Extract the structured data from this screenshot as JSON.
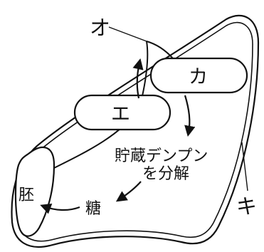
{
  "labels": {
    "o": "オ",
    "ka": "カ",
    "e": "エ",
    "ki": "キ",
    "hai": "胚",
    "tou": "糖",
    "starch_line1": "貯蔵デンプン",
    "starch_line2": "を分解"
  },
  "colors": {
    "stroke": "#111111",
    "background": "#ffffff"
  }
}
